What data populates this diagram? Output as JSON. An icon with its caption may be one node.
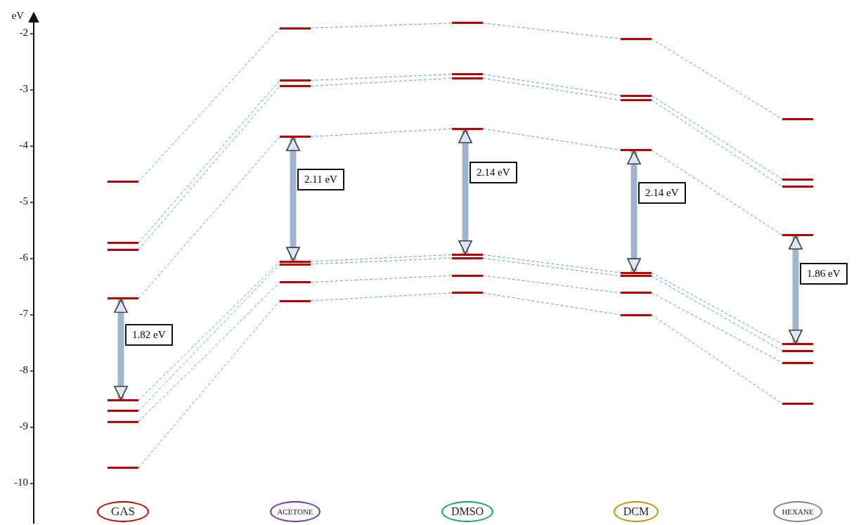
{
  "diagram": {
    "nodes": [
      {
        "text": [],
        "shape": "bar"
      },
      {
        "text": [],
        "shape": "bar"
      },
      {
        "text": [],
        "shape": "bar"
      },
      {
        "text": [],
        "shape": "bar"
      },
      {
        "text": [],
        "shape": "bar"
      },
      {
        "text": [],
        "shape": "bar"
      },
      {
        "text": [],
        "shape": "bar"
      },
      {
        "text": [],
        "shape": "bar"
      },
      {
        "text": [],
        "shape": "bar"
      },
      {
        "text": [],
        "shape": "bar"
      },
      {
        "text": [],
        "shape": "bar"
      },
      {
        "text": [],
        "shape": "bar"
      },
      {
        "text": [],
        "shape": "bar"
      },
      {
        "text": [],
        "shape": "bar"
      },
      {
        "text": [],
        "shape": "bar"
      },
      {
        "text": [],
        "shape": "bar"
      },
      {
        "text": [],
        "shape": "bar"
      },
      {
        "text": [],
        "shape": "bar"
      },
      {
        "text": [],
        "shape": "bar"
      },
      {
        "text": [],
        "shape": "bar"
      },
      {
        "text": [],
        "shape": "bar"
      },
      {
        "text": [],
        "shape": "bar"
      },
      {
        "text": [],
        "shape": "bar"
      },
      {
        "text": [],
        "shape": "bar"
      },
      {
        "text": [],
        "shape": "bar"
      },
      {
        "text": [],
        "shape": "bar"
      },
      {
        "text": [],
        "shape": "bar"
      },
      {
        "text": [],
        "shape": "bar"
      },
      {
        "text": [],
        "shape": "bar"
      },
      {
        "text": [],
        "shape": "bar"
      },
      {
        "text": [],
        "shape": "bar"
      },
      {
        "text": [],
        "shape": "bar"
      },
      {
        "text": [],
        "shape": "bar"
      },
      {
        "text": [],
        "shape": "bar"
      },
      {
        "text": [],
        "shape": "bar"
      },
      {
        "text": [],
        "shape": "bar"
      },
      {
        "text": [],
        "shape": "bar"
      },
      {
        "text": [],
        "shape": "bar"
      },
      {
        "text": [],
        "shape": "bar"
      },
      {
        "text": [],
        "shape": "bar"
      },
      {
        "text": [
          "GAS"
        ]
      },
      {
        "text": [
          "ACETONE"
        ]
      },
      {
        "text": [
          "DMSO"
        ]
      },
      {
        "text": [
          "DCM"
        ]
      },
      {
        "text": [
          "HEXANE"
        ]
      }
    ],
    "edges": [
      {
        "from": 0,
        "to": 8,
        "arrow": "none",
        "style": "dashed"
      },
      {
        "from": 1,
        "to": 9,
        "arrow": "none",
        "style": "dashed"
      },
      {
        "from": 2,
        "to": 10,
        "arrow": "none",
        "style": "dashed"
      },
      {
        "from": 3,
        "to": 11,
        "arrow": "none",
        "style": "dashed"
      },
      {
        "from": 4,
        "to": 12,
        "arrow": "none",
        "style": "dashed"
      },
      {
        "from": 5,
        "to": 13,
        "arrow": "none",
        "style": "dashed"
      },
      {
        "from": 6,
        "to": 14,
        "arrow": "none",
        "style": "dashed"
      },
      {
        "from": 7,
        "to": 15,
        "arrow": "none",
        "style": "dashed"
      },
      {
        "from": 8,
        "to": 16,
        "arrow": "none",
        "style": "dashed"
      },
      {
        "from": 9,
        "to": 17,
        "arrow": "none",
        "style": "dashed"
      },
      {
        "from": 10,
        "to": 18,
        "arrow": "none",
        "style": "dashed"
      },
      {
        "from": 11,
        "to": 19,
        "arrow": "none",
        "style": "dashed"
      },
      {
        "from": 12,
        "to": 20,
        "arrow": "none",
        "style": "dashed"
      },
      {
        "from": 13,
        "to": 21,
        "arrow": "none",
        "style": "dashed"
      },
      {
        "from": 14,
        "to": 22,
        "arrow": "none",
        "style": "dashed"
      },
      {
        "from": 15,
        "to": 23,
        "arrow": "none",
        "style": "dashed"
      },
      {
        "from": 16,
        "to": 24,
        "arrow": "none",
        "style": "dashed"
      },
      {
        "from": 17,
        "to": 25,
        "arrow": "none",
        "style": "dashed"
      },
      {
        "from": 18,
        "to": 26,
        "arrow": "none",
        "style": "dashed"
      },
      {
        "from": 19,
        "to": 27,
        "arrow": "none",
        "style": "dashed"
      },
      {
        "from": 20,
        "to": 28,
        "arrow": "none",
        "style": "dashed"
      },
      {
        "from": 21,
        "to": 29,
        "arrow": "none",
        "style": "dashed"
      },
      {
        "from": 22,
        "to": 30,
        "arrow": "none",
        "style": "dashed"
      },
      {
        "from": 23,
        "to": 31,
        "arrow": "none",
        "style": "dashed"
      },
      {
        "from": 24,
        "to": 32,
        "arrow": "none",
        "style": "dashed"
      },
      {
        "from": 25,
        "to": 33,
        "arrow": "none",
        "style": "dashed"
      },
      {
        "from": 26,
        "to": 34,
        "arrow": "none",
        "style": "dashed"
      },
      {
        "from": 27,
        "to": 35,
        "arrow": "none",
        "style": "dashed"
      },
      {
        "from": 28,
        "to": 36,
        "arrow": "none",
        "style": "dashed"
      },
      {
        "from": 29,
        "to": 37,
        "arrow": "none",
        "style": "dashed"
      },
      {
        "from": 30,
        "to": 38,
        "arrow": "none",
        "style": "dashed"
      },
      {
        "from": 31,
        "to": 39,
        "arrow": "none",
        "style": "dashed"
      },
      {
        "from": 3,
        "to": 4,
        "arrow": "both",
        "style": "thick",
        "label": "1.82 eV"
      },
      {
        "from": 11,
        "to": 12,
        "arrow": "both",
        "style": "thick",
        "label": "2.11 eV"
      },
      {
        "from": 19,
        "to": 20,
        "arrow": "both",
        "style": "thick",
        "label": "2.14 eV"
      },
      {
        "from": 27,
        "to": 28,
        "arrow": "both",
        "style": "thick",
        "label": "2.14 eV"
      },
      {
        "from": 35,
        "to": 36,
        "arrow": "both",
        "style": "thick",
        "label": "1.86 eV"
      }
    ],
    "labels": [
      "eV",
      "-2",
      "-3",
      "-4",
      "-5",
      "-6",
      "-7",
      "-8",
      "-9",
      "-10"
    ]
  }
}
